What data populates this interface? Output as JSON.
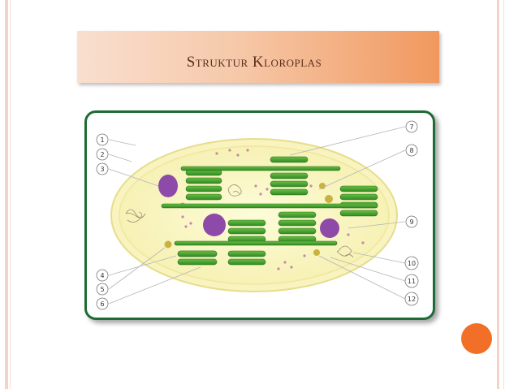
{
  "slide": {
    "title": "Struktur Kloroplas"
  },
  "diagram": {
    "left_labels": [
      "1",
      "2",
      "3",
      "4",
      "5",
      "6"
    ],
    "right_labels": [
      "7",
      "8",
      "9",
      "10",
      "11",
      "12"
    ]
  },
  "colors": {
    "title_gradient_start": "#f9dfcf",
    "title_gradient_end": "#f1985e",
    "frame_border": "#1f6b34",
    "thylakoid": "#3f9a2c",
    "accent_dot": "#f26f28"
  }
}
